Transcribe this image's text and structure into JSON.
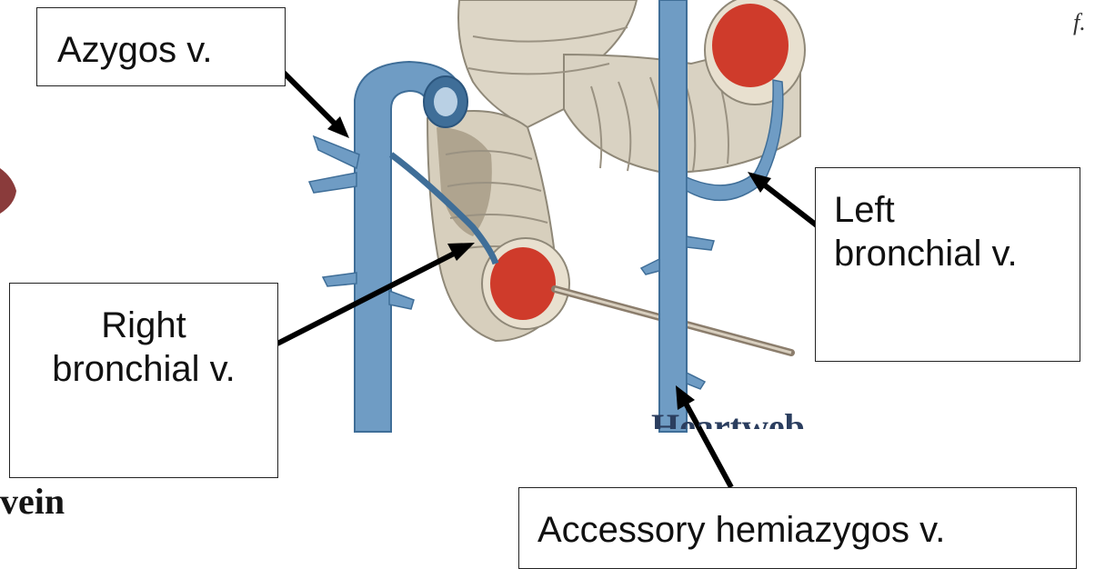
{
  "labels": {
    "azygos": "Azygos v.",
    "left_bronchial_line1": "Left",
    "left_bronchial_line2": "bronchial v.",
    "right_bronchial_line1": "Right",
    "right_bronchial_line2": "bronchial v.",
    "accessory_hemiazygos": "Accessory hemiazygos v."
  },
  "background_text": {
    "vein": "vein",
    "heartweb": "Heartweb"
  },
  "signature": "f.",
  "colors": {
    "vein_blue": "#6f9cc4",
    "vein_dark": "#3f6e98",
    "artery_red": "#cf3b2b",
    "bronchus_gray": "#cfc8b8",
    "arrow": "#000000"
  }
}
